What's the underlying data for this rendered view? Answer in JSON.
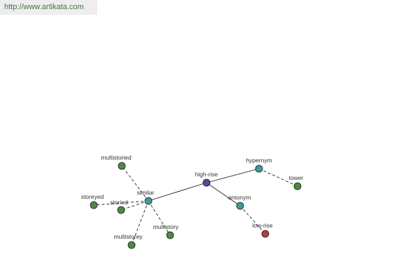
{
  "banner": {
    "url": "http://www.artikata.com"
  },
  "colors": {
    "center": "#4a4f96",
    "relation": "#3b9e9a",
    "word": "#4e8a45",
    "antonym_word": "#b2403a",
    "stroke": "#222222"
  },
  "diagram": {
    "nodes": [
      {
        "id": "high-rise",
        "label": "high-rise",
        "kind": "center"
      },
      {
        "id": "similar",
        "label": "similar",
        "kind": "relation"
      },
      {
        "id": "hypernym",
        "label": "hypernym",
        "kind": "relation"
      },
      {
        "id": "antonym",
        "label": "antonym",
        "kind": "relation"
      },
      {
        "id": "multistoried",
        "label": "multistoried",
        "kind": "word"
      },
      {
        "id": "storeyed",
        "label": "storeyed",
        "kind": "word"
      },
      {
        "id": "storied",
        "label": "storied",
        "kind": "word"
      },
      {
        "id": "multistorey",
        "label": "multistorey",
        "kind": "word"
      },
      {
        "id": "multistory",
        "label": "multistory",
        "kind": "word"
      },
      {
        "id": "tower",
        "label": "tower",
        "kind": "word"
      },
      {
        "id": "low-rise",
        "label": "low-rise",
        "kind": "antonym_word"
      }
    ],
    "edges": [
      {
        "from": "high-rise",
        "to": "similar",
        "style": "solid"
      },
      {
        "from": "high-rise",
        "to": "hypernym",
        "style": "solid"
      },
      {
        "from": "high-rise",
        "to": "antonym",
        "style": "solid"
      },
      {
        "from": "similar",
        "to": "multistoried",
        "style": "dashed"
      },
      {
        "from": "similar",
        "to": "storeyed",
        "style": "dashed"
      },
      {
        "from": "similar",
        "to": "storied",
        "style": "dashed"
      },
      {
        "from": "similar",
        "to": "multistorey",
        "style": "dashed"
      },
      {
        "from": "similar",
        "to": "multistory",
        "style": "dashed"
      },
      {
        "from": "hypernym",
        "to": "tower",
        "style": "dashed"
      },
      {
        "from": "antonym",
        "to": "low-rise",
        "style": "dashed"
      }
    ]
  }
}
